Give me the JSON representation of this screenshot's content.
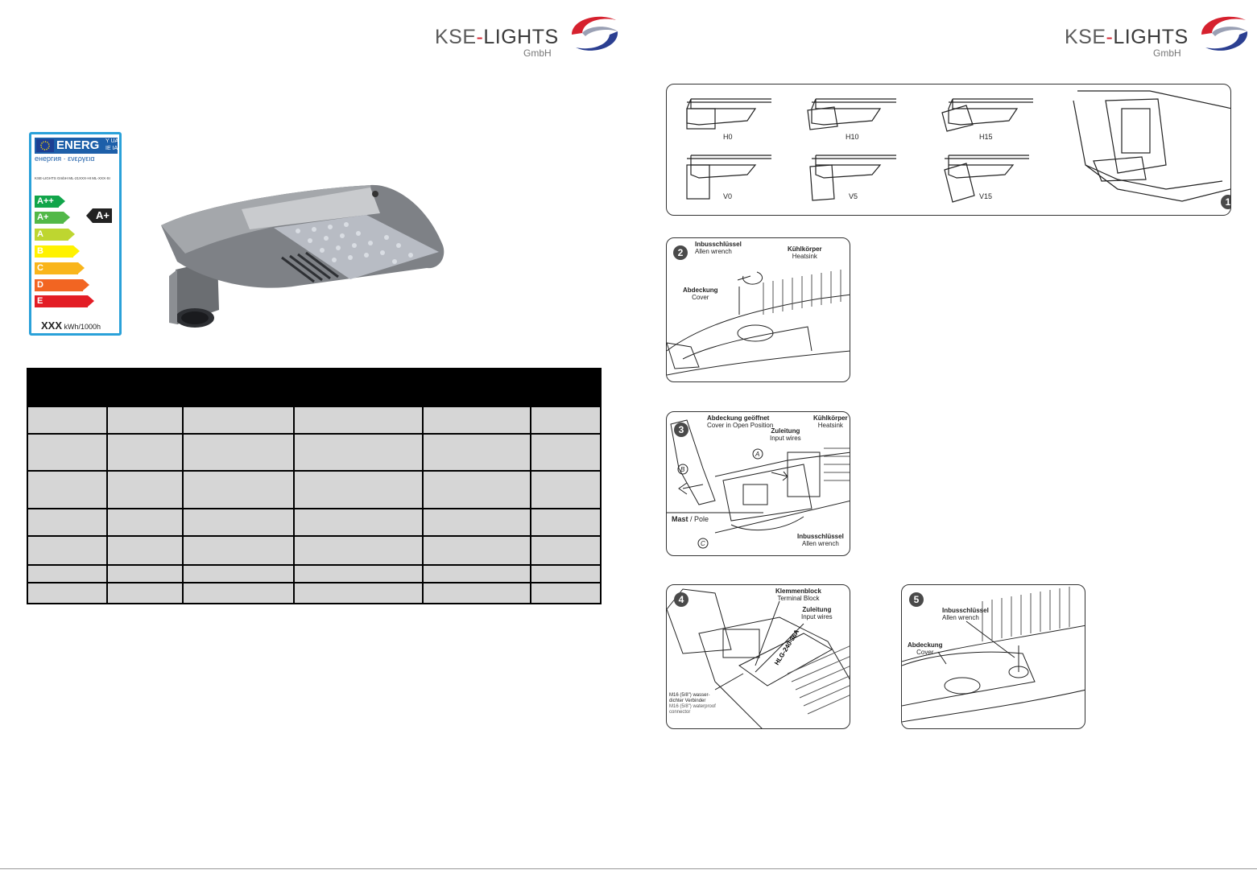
{
  "logo": {
    "brand": "KSE-LIGHTS",
    "brand_prefix": "KSE",
    "brand_dash": "-",
    "brand_suffix": "LIGHTS",
    "subtitle": "GmbH"
  },
  "energy_label": {
    "header": "ENERG",
    "header_suffix": "Y UA\nIE IA",
    "subtitle": "енергия · ενεργεια",
    "maker_line": "KSE-LIGHTS GmbH    ML-21XXX-HI    ML-XXX-SI",
    "classes": [
      {
        "label": "A++",
        "color": "#11a54a"
      },
      {
        "label": "A+",
        "color": "#52b848"
      },
      {
        "label": "A",
        "color": "#bed630"
      },
      {
        "label": "B",
        "color": "#fff200"
      },
      {
        "label": "C",
        "color": "#f9b51b"
      },
      {
        "label": "D",
        "color": "#f26522"
      },
      {
        "label": "E",
        "color": "#e31d25"
      }
    ],
    "selected": "A+",
    "consumption_value": "XXX",
    "consumption_unit": "kWh/1000h"
  },
  "diagrams": {
    "step1": {
      "number": "1",
      "positions": [
        "H0",
        "H10",
        "H15",
        "V0",
        "V5",
        "V15"
      ]
    },
    "step2": {
      "number": "2",
      "allen_de": "Inbusschlüssel",
      "allen_en": "Allen wrench",
      "heatsink_de": "Kühlkörper",
      "heatsink_en": "Heatsink",
      "cover_de": "Abdeckung",
      "cover_en": "Cover"
    },
    "step3": {
      "number": "3",
      "cover_open_de": "Abdeckung geöffnet",
      "cover_open_en": "Cover in Open Position",
      "heatsink_de": "Kühlkörper",
      "heatsink_en": "Heatsink",
      "input_de": "Zuleitung",
      "input_en": "Input wires",
      "pole_de": "Mast",
      "pole_sep": " / ",
      "pole_en": "Pole",
      "allen_de": "Inbusschlüssel",
      "allen_en": "Allen wrench",
      "mark_a": "A",
      "mark_b": "B",
      "mark_c": "C"
    },
    "step4": {
      "number": "4",
      "terminal_de": "Klemmenblock",
      "terminal_en": "Terminal Block",
      "input_de": "Zuleitung",
      "input_en": "Input wires",
      "connector_de": "M16 (5/8\") wasser-\ndichter Verbinder",
      "connector_en": "M16 (5/8\") waterproof\nconnector",
      "driver": "HLG-240-36A"
    },
    "step5": {
      "number": "5",
      "allen_de": "Inbusschlüssel",
      "allen_en": "Allen wrench",
      "cover_de": "Abdeckung",
      "cover_en": "Cover"
    }
  }
}
